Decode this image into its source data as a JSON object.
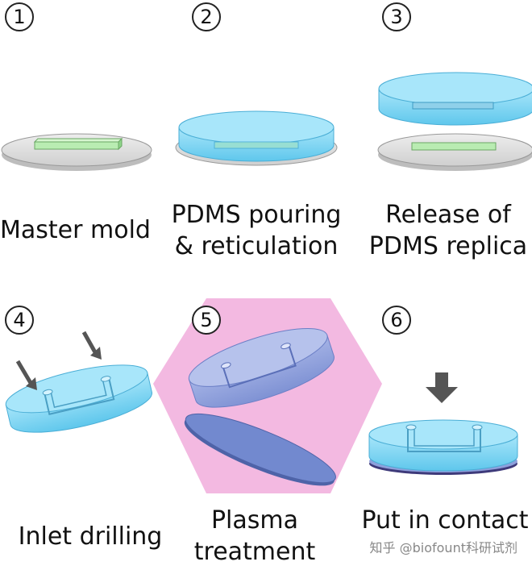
{
  "steps": [
    {
      "number": "1",
      "label_line1": "Master mold",
      "label_line2": ""
    },
    {
      "number": "2",
      "label_line1": "PDMS pouring",
      "label_line2": "& reticulation"
    },
    {
      "number": "3",
      "label_line1": "Release of",
      "label_line2": "PDMS replica"
    },
    {
      "number": "4",
      "label_line1": "Inlet drilling",
      "label_line2": ""
    },
    {
      "number": "5",
      "label_line1": "Plasma",
      "label_line2": "treatment"
    },
    {
      "number": "6",
      "label_line1": "Put in contact",
      "label_line2": ""
    }
  ],
  "watermark": "知乎 @biofount科研试剂",
  "colors": {
    "pdms_cyan": "#7fd6f2",
    "mold_gray": "#e4e4e4",
    "channel_green": "#b9ecb2",
    "plasma_pink": "#f2b5df",
    "glass_blue": "#7289cf",
    "arrow_gray": "#555555"
  },
  "icons": [
    "arrow-down-icon",
    "hexagon-plasma-icon"
  ]
}
